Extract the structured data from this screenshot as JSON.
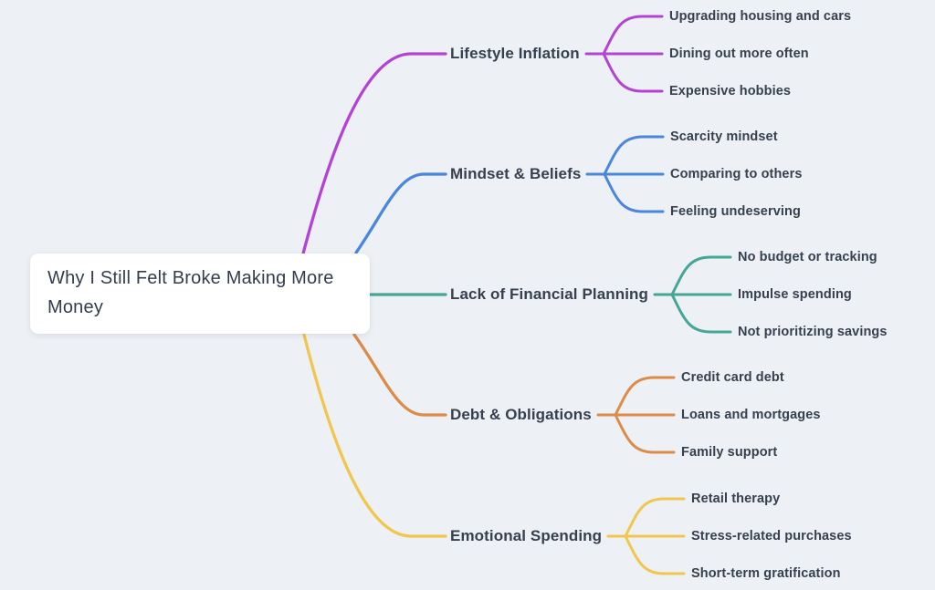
{
  "canvas": {
    "background": "#edf1f5"
  },
  "root": {
    "label": "Why I Still Felt Broke Making More Money",
    "bg_color": "#ffffff",
    "text_color": "#323e4e"
  },
  "branches": [
    {
      "label": "Lifestyle Inflation",
      "color": "#b342d5",
      "children": [
        "Upgrading housing and cars",
        "Dining out more often",
        "Expensive hobbies"
      ]
    },
    {
      "label": "Mindset & Beliefs",
      "color": "#4a86db",
      "children": [
        "Scarcity mindset",
        "Comparing to others",
        "Feeling undeserving"
      ]
    },
    {
      "label": "Lack of Financial Planning",
      "color": "#45a695",
      "children": [
        "No budget or tracking",
        "Impulse spending",
        "Not prioritizing savings"
      ]
    },
    {
      "label": "Debt & Obligations",
      "color": "#dd8b48",
      "children": [
        "Credit card debt",
        "Loans and mortgages",
        "Family support"
      ]
    },
    {
      "label": "Emotional Spending",
      "color": "#f0c64e",
      "children": [
        "Retail therapy",
        "Stress-related purchases",
        "Short-term gratification"
      ]
    }
  ]
}
